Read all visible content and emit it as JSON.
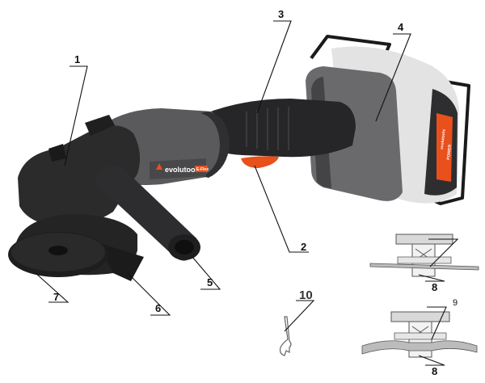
{
  "figure": {
    "brand_text": "evolutools",
    "badge_text": "E-Flex",
    "battery_brand_text": "evolutools",
    "battery_model_text": "POWER"
  },
  "callouts": [
    {
      "id": "1",
      "label": "1"
    },
    {
      "id": "2",
      "label": "2"
    },
    {
      "id": "3",
      "label": "3"
    },
    {
      "id": "4",
      "label": "4"
    },
    {
      "id": "5",
      "label": "5"
    },
    {
      "id": "6",
      "label": "6"
    },
    {
      "id": "7",
      "label": "7"
    },
    {
      "id": "8a",
      "label": "8"
    },
    {
      "id": "8b",
      "label": "8"
    },
    {
      "id": "9",
      "label": "9"
    },
    {
      "id": "10",
      "label": "10"
    }
  ],
  "colors": {
    "body_dark": "#2b2b2b",
    "body_mid": "#555558",
    "battery_grey": "#6a6a6c",
    "accent_orange": "#e8501c",
    "disc": "#1e1e1e",
    "line": "#111111"
  }
}
